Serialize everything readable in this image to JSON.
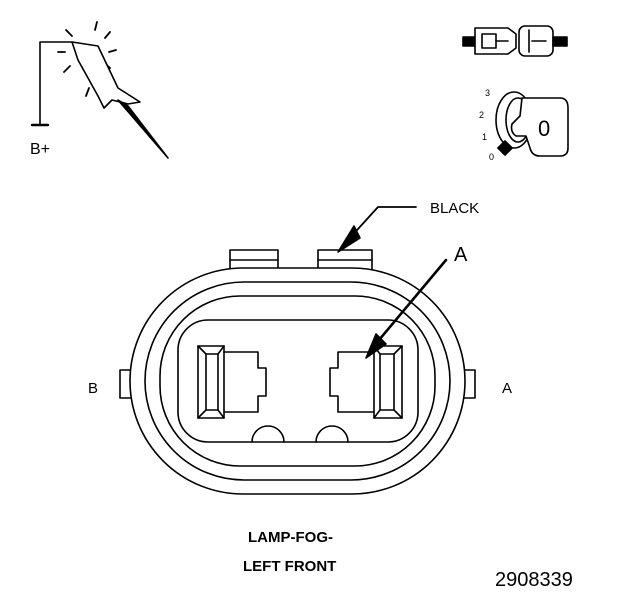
{
  "probe_label": "B+",
  "key_positions": [
    "3",
    "2",
    "1",
    "0"
  ],
  "key_symbol": "0",
  "wire_color": "BLACK",
  "callout": "A",
  "terminals": {
    "left": "B",
    "right": "A"
  },
  "component_lines": [
    "LAMP-FOG-",
    "LEFT FRONT"
  ],
  "figure_number": "2908339",
  "colors": {
    "line": "#000000",
    "background": "#ffffff"
  }
}
